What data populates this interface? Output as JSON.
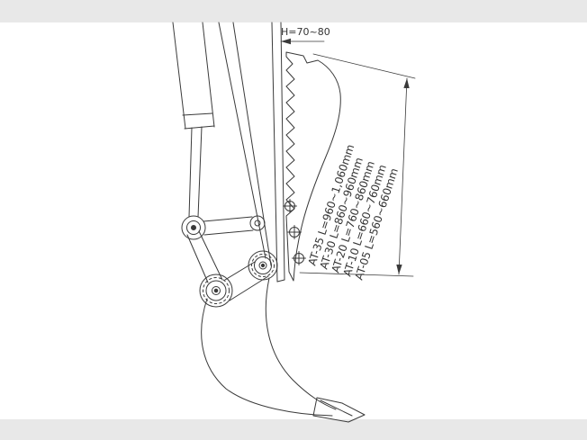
{
  "page": {
    "background_color": "#e8e8e8",
    "canvas_color": "#ffffff",
    "line_color": "#3a3a3a"
  },
  "annotations": {
    "height_dimension": "H=70~80",
    "attachment_sizes": [
      "AT-35 L=960~1,060mm",
      "AT-30 L=860~960mm",
      "AT-20 L=760~860mm",
      "AT-10 L=660~760mm",
      "AT-05 L=560~660mm"
    ]
  }
}
